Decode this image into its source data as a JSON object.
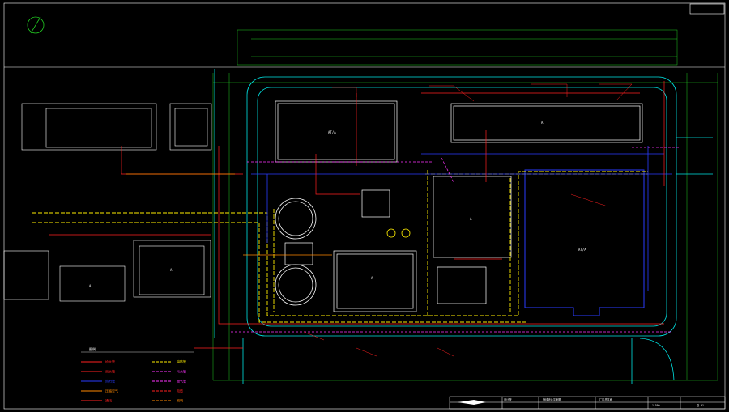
{
  "drawing": {
    "background": "#000000",
    "colors": {
      "frame": "#ffffff",
      "road": "#00e5e5",
      "grid": "#22cc22",
      "building": "#ffffff",
      "pipe_red": "#ff2020",
      "pipe_yellow": "#ffee00",
      "pipe_blue": "#2a3cff",
      "pipe_magenta": "#ff33ff",
      "pipe_orange": "#ff8800"
    },
    "icons": [
      "north-arrow-icon",
      "company-logo-icon"
    ],
    "buildings": [
      {
        "key": "main_shed",
        "label": "AT/A"
      },
      {
        "key": "top_left",
        "label": "AT/A"
      },
      {
        "key": "top_right",
        "label": "A"
      },
      {
        "key": "mid_block",
        "label": "A"
      },
      {
        "key": "lower_block",
        "label": "A"
      },
      {
        "key": "left_plant",
        "label": "A"
      },
      {
        "key": "left_small",
        "label": "A"
      }
    ],
    "legend": {
      "title": "图例",
      "items": [
        {
          "label": "给水管",
          "color": "#ff2020",
          "style": "solid"
        },
        {
          "label": "消防管",
          "color": "#ffee00",
          "style": "dashed"
        },
        {
          "label": "雨水管",
          "color": "#ff2020",
          "style": "solid"
        },
        {
          "label": "污水管",
          "color": "#ff33ff",
          "style": "dashed"
        },
        {
          "label": "热力管",
          "color": "#2a3cff",
          "style": "solid"
        },
        {
          "label": "燃气管",
          "color": "#ff33ff",
          "style": "dashed"
        },
        {
          "label": "压缩空气",
          "color": "#ff8800",
          "style": "solid"
        },
        {
          "label": "电缆",
          "color": "#ff2020",
          "style": "dashed"
        },
        {
          "label": "通讯",
          "color": "#ff2020",
          "style": "solid"
        },
        {
          "label": "照明",
          "color": "#ff8800",
          "style": "dashed"
        }
      ]
    },
    "title_block": {
      "company": "设计院",
      "drawing_name": "管线综合平面图",
      "project": "厂区总平面",
      "scale": "1:500",
      "sheet": "总-01"
    }
  }
}
